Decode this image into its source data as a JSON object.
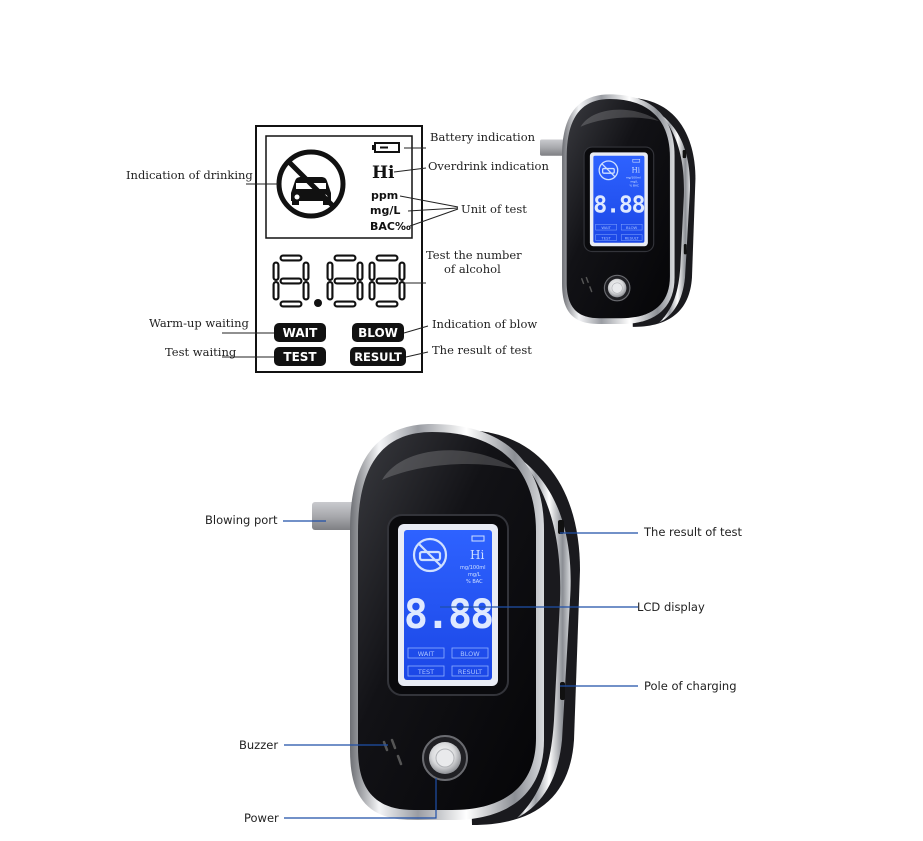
{
  "lcd_diagram": {
    "indicator_hi": "Hi",
    "indicator_ppm": "ppm",
    "indicator_mgl": "mg/L",
    "indicator_bac": "BAC‰",
    "digits": "8.88",
    "btn_wait": "WAIT",
    "btn_blow": "BLOW",
    "btn_test": "TEST",
    "btn_result": "RESULT"
  },
  "top_callouts": {
    "drinking": "Indication of drinking",
    "battery": "Battery indication",
    "overdrink": "Overdrink indication",
    "unit": "Unit of test",
    "number_line1": "Test the number",
    "number_line2": "of alcohol",
    "warmup": "Warm-up waiting",
    "test_waiting": "Test waiting",
    "blow": "Indication of blow",
    "result": "The result of test"
  },
  "bottom_callouts": {
    "blowing_port": "Blowing port",
    "result": "The result of test",
    "lcd": "LCD display",
    "charging": "Pole of charging",
    "buzzer": "Buzzer",
    "power": "Power"
  },
  "device_screen": {
    "digits": "8.88",
    "hi": "Hi",
    "units": "mg/100ml",
    "unit2": "mg/L",
    "bac": "% BAC",
    "wait": "WAIT",
    "blow": "BLOW",
    "test": "TEST",
    "result": "RESULT"
  },
  "colors": {
    "lcd_blue": "#2a5cff",
    "body_black": "#141418",
    "callout_line": "#1f4fa8"
  }
}
